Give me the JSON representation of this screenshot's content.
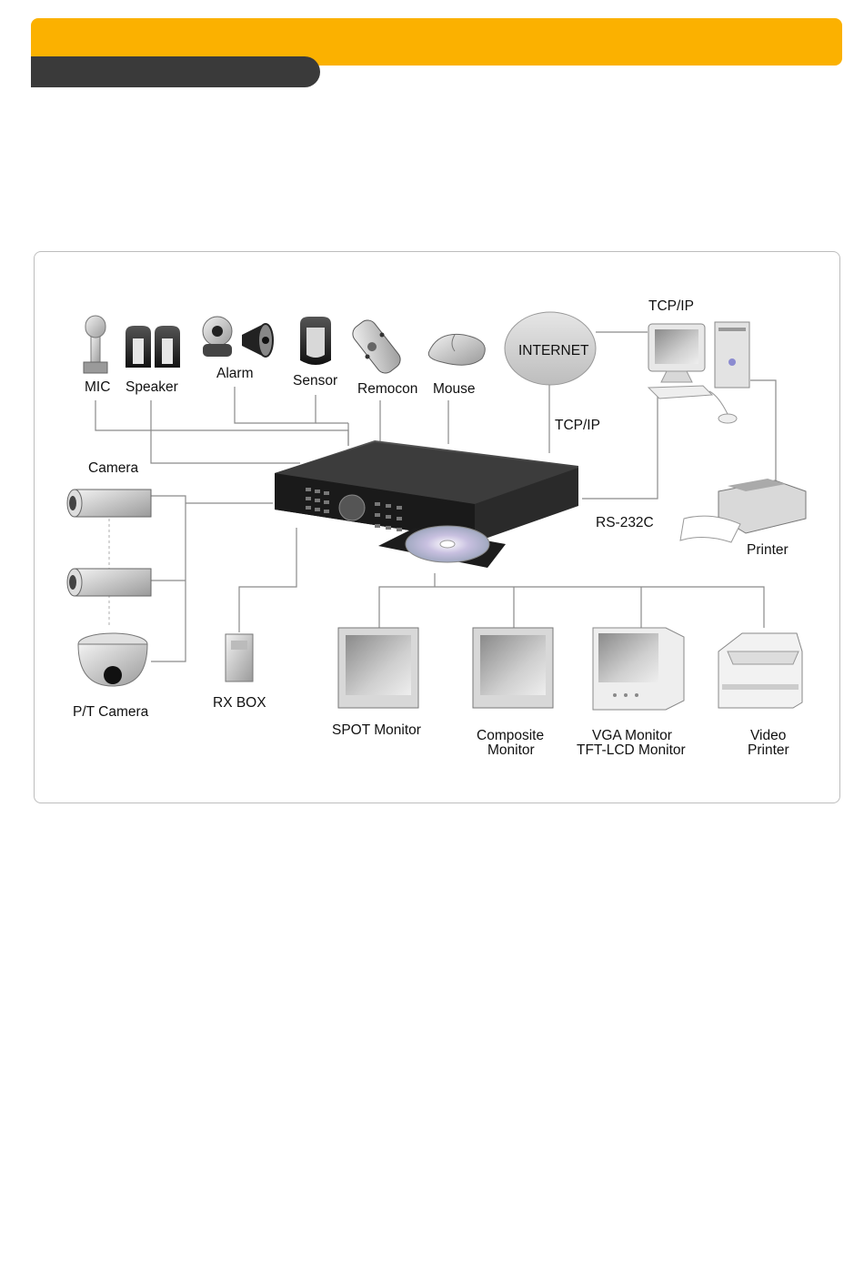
{
  "labels": {
    "mic": "MIC",
    "speaker": "Speaker",
    "alarm": "Alarm",
    "sensor": "Sensor",
    "remocon": "Remocon",
    "mouse": "Mouse",
    "internet": "INTERNET",
    "tcpip_top": "TCP/IP",
    "tcpip_mid": "TCP/IP",
    "rs232c": "RS-232C",
    "printer": "Printer",
    "camera": "Camera",
    "pt_camera": "P/T Camera",
    "rx_box": "RX BOX",
    "spot_monitor": "SPOT Monitor",
    "composite_line1": "Composite",
    "composite_line2": "Monitor",
    "vga_line1": "VGA Monitor",
    "vga_line2": "TFT-LCD Monitor",
    "video_printer_line1": "Video",
    "video_printer_line2": "Printer"
  },
  "icons": [
    "mic-icon",
    "speaker-icon",
    "alarm-icon",
    "sensor-icon",
    "remocon-icon",
    "mouse-icon",
    "internet-cloud-icon",
    "pc-icon",
    "printer-icon",
    "camera-icon",
    "pt-camera-icon",
    "rx-box-icon",
    "dvr-icon",
    "monitor-icon",
    "video-printer-icon"
  ],
  "colors": {
    "header": "#fbb100",
    "tab": "#3a3a3a"
  }
}
